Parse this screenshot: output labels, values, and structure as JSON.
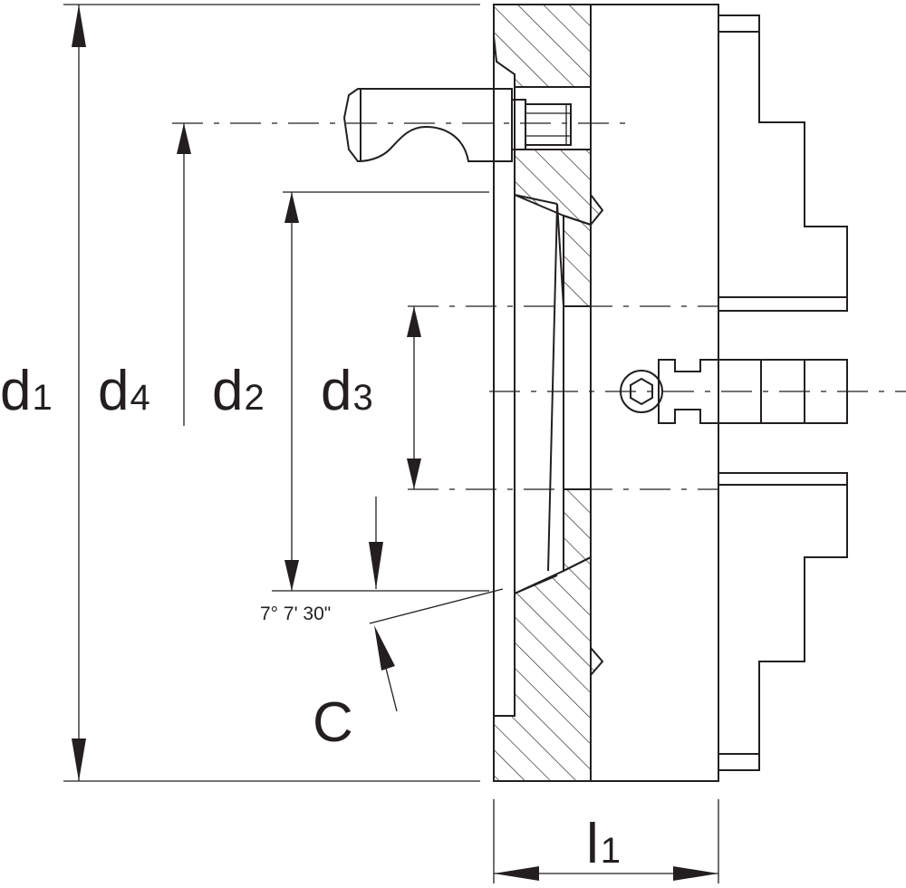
{
  "labels": {
    "d1": {
      "main": "d",
      "sub": "1"
    },
    "d4": {
      "main": "d",
      "sub": "4"
    },
    "d2": {
      "main": "d",
      "sub": "2"
    },
    "d3": {
      "main": "d",
      "sub": "3"
    },
    "l1": {
      "main": "l",
      "sub": "1"
    },
    "c": "C",
    "angle": "7° 7' 30\""
  },
  "colors": {
    "line": "#231f20",
    "background": "#ffffff"
  }
}
